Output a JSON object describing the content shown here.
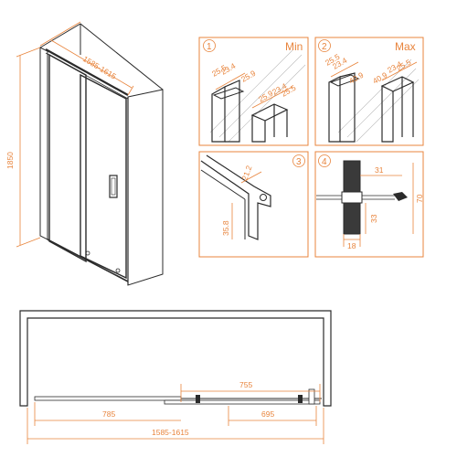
{
  "main_view": {
    "width_label": "1585-1615",
    "height_label": "1850"
  },
  "panels": [
    {
      "number": "1",
      "mode_label": "Min",
      "dims": [
        "25.5",
        "23.4",
        "25.9",
        "25.9",
        "23.4",
        "25.5"
      ]
    },
    {
      "number": "2",
      "mode_label": "Max",
      "dims": [
        "25.5",
        "23.4",
        "40.9",
        "40.9",
        "23.4",
        "25.5"
      ]
    },
    {
      "number": "3",
      "dims": [
        "21.2",
        "35.8"
      ]
    },
    {
      "number": "4",
      "dims": [
        "31",
        "70",
        "33",
        "18"
      ]
    }
  ],
  "plan_view": {
    "top_dim": "755",
    "left_dim": "785",
    "right_dim": "695",
    "total_dim": "1585-1615"
  }
}
